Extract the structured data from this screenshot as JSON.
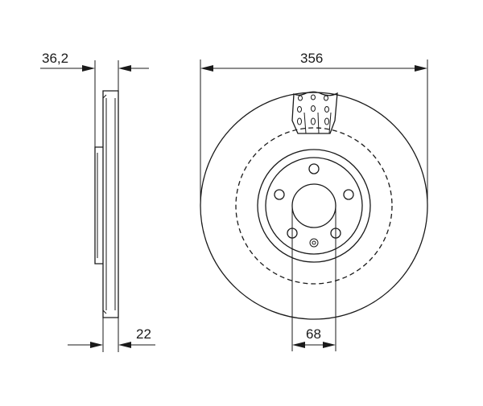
{
  "dimensions": {
    "hub_height": "36,2",
    "disc_thickness": "22",
    "outer_diameter": "356",
    "center_bore": "68"
  }
}
